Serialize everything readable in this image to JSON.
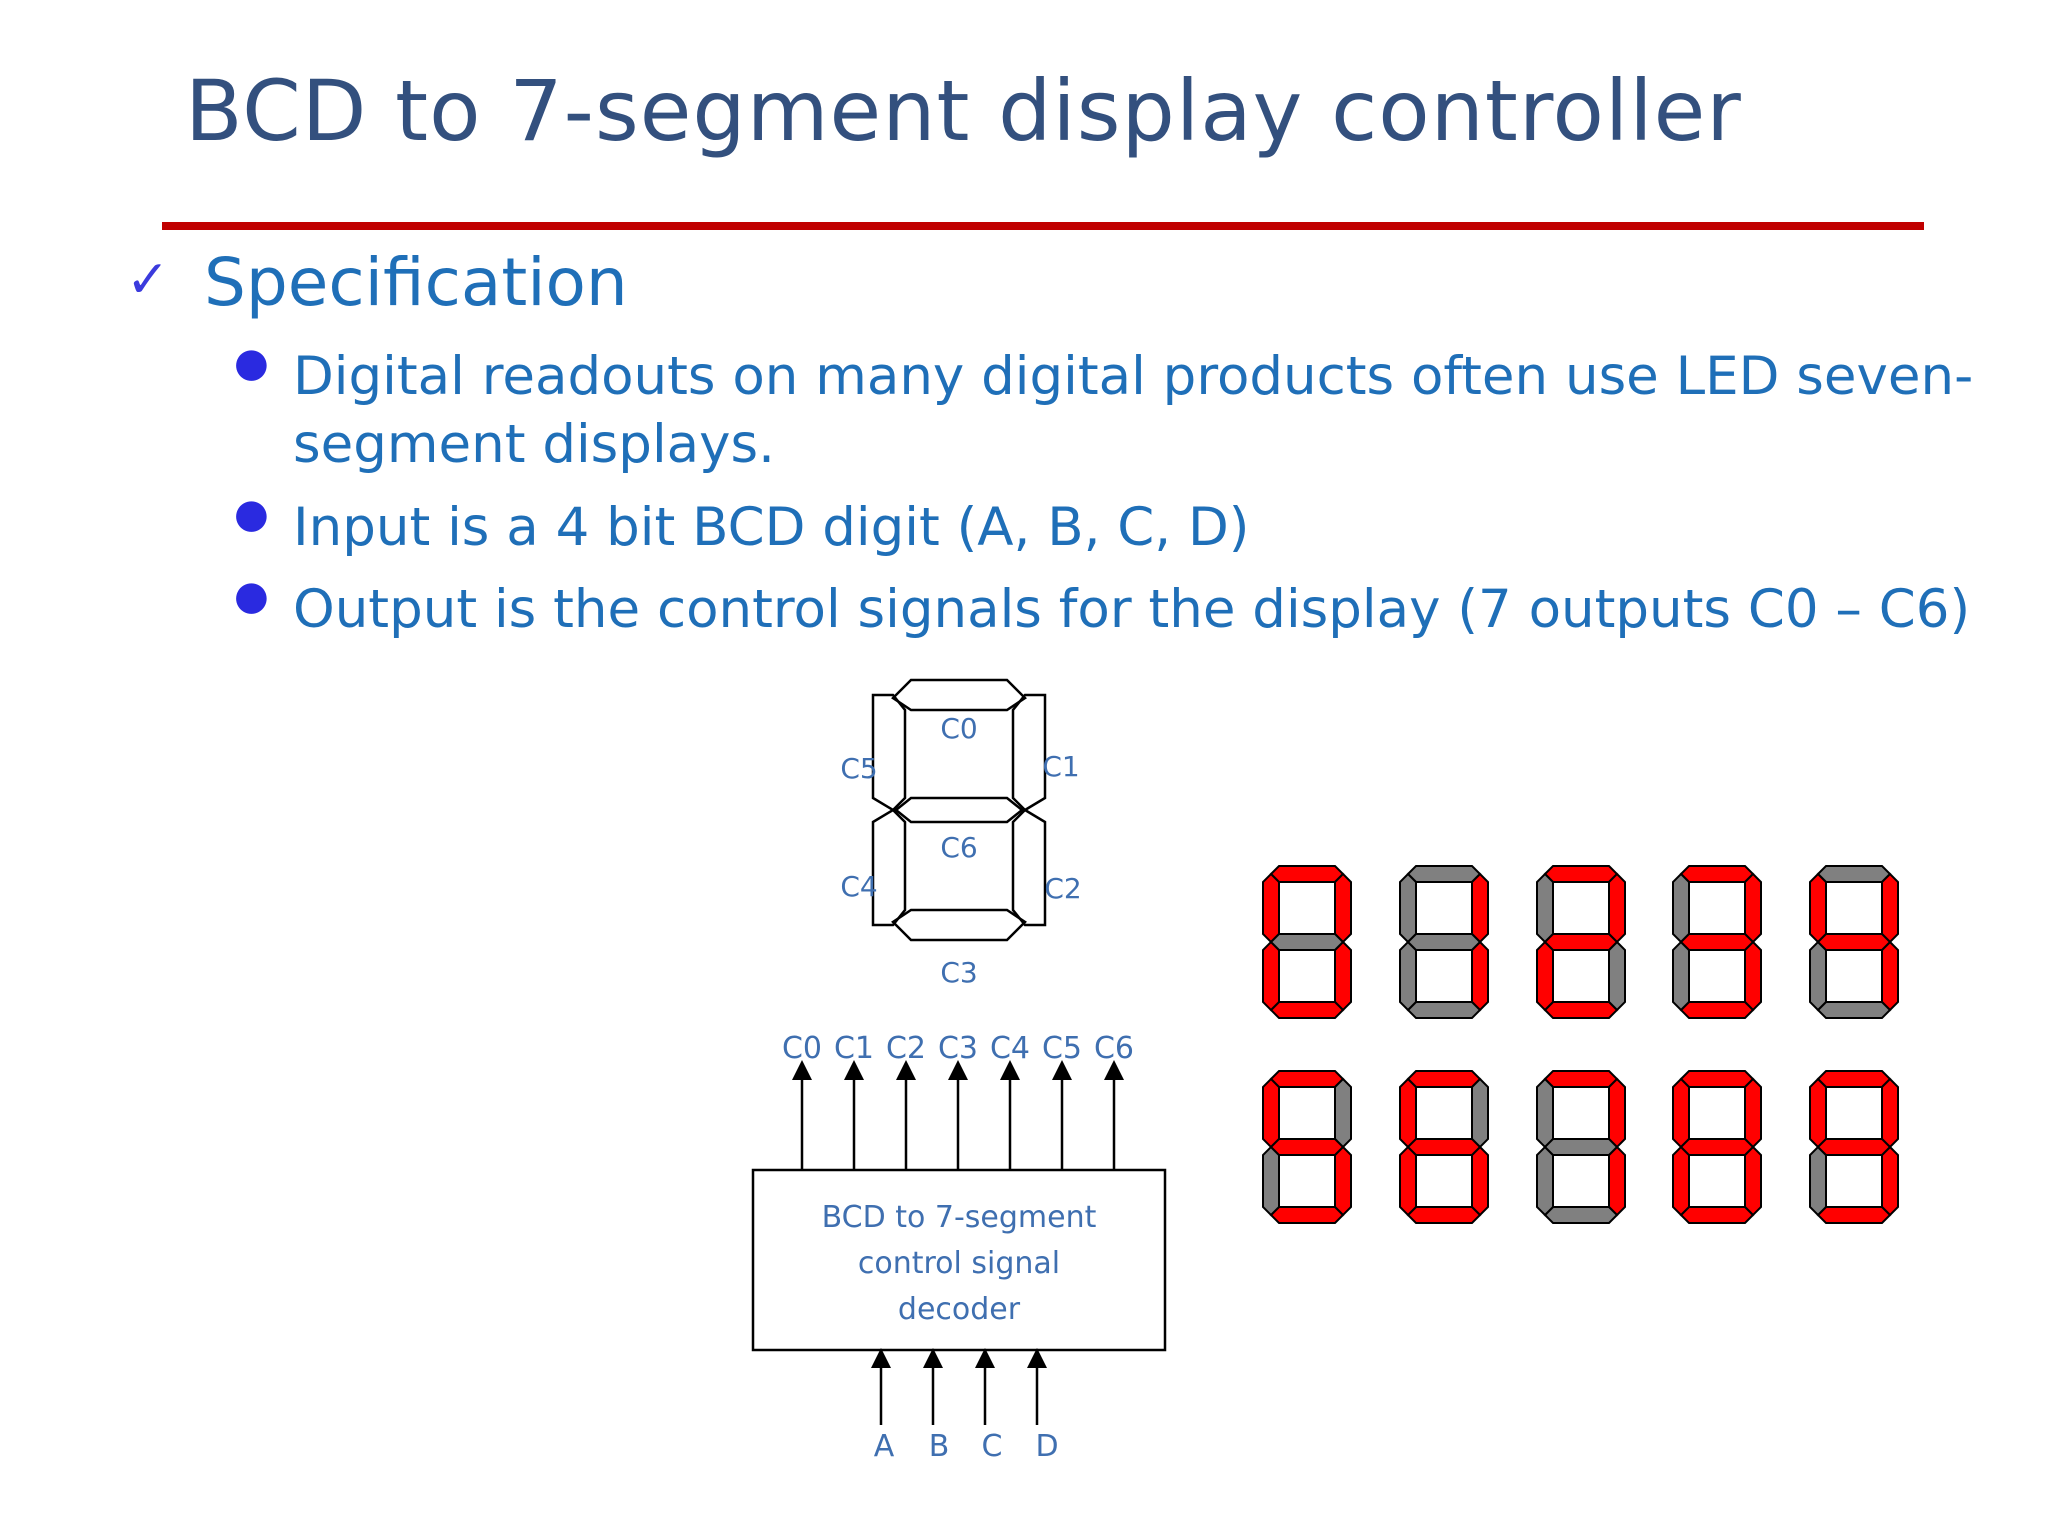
{
  "slide": {
    "title": "BCD to 7-segment display controller",
    "section_heading": "Specification",
    "bullets": [
      "Digital readouts on many digital products often use LED seven-",
      "segment displays.",
      "Input is a 4 bit BCD digit (A, B, C, D)",
      "Output is the control signals for the display (7 outputs C0 – C6)"
    ]
  },
  "segment_diagram": {
    "labels": {
      "c0": "C0",
      "c1": "C1",
      "c2": "C2",
      "c3": "C3",
      "c4": "C4",
      "c5": "C5",
      "c6": "C6"
    }
  },
  "decoder": {
    "box_lines": [
      "BCD to 7-segment",
      "control signal",
      "decoder"
    ],
    "outputs": [
      "C0",
      "C1",
      "C2",
      "C3",
      "C4",
      "C5",
      "C6"
    ],
    "inputs": [
      "A",
      "B",
      "C",
      "D"
    ]
  },
  "digits": {
    "on_color": "#ff0000",
    "off_color": "#808080",
    "values": [
      0,
      1,
      2,
      3,
      4,
      5,
      6,
      7,
      8,
      9
    ]
  },
  "colors": {
    "title": "#33507e",
    "rule": "#c00000",
    "text": "#1f6fb8",
    "diagram_label": "#3f6fb0"
  }
}
